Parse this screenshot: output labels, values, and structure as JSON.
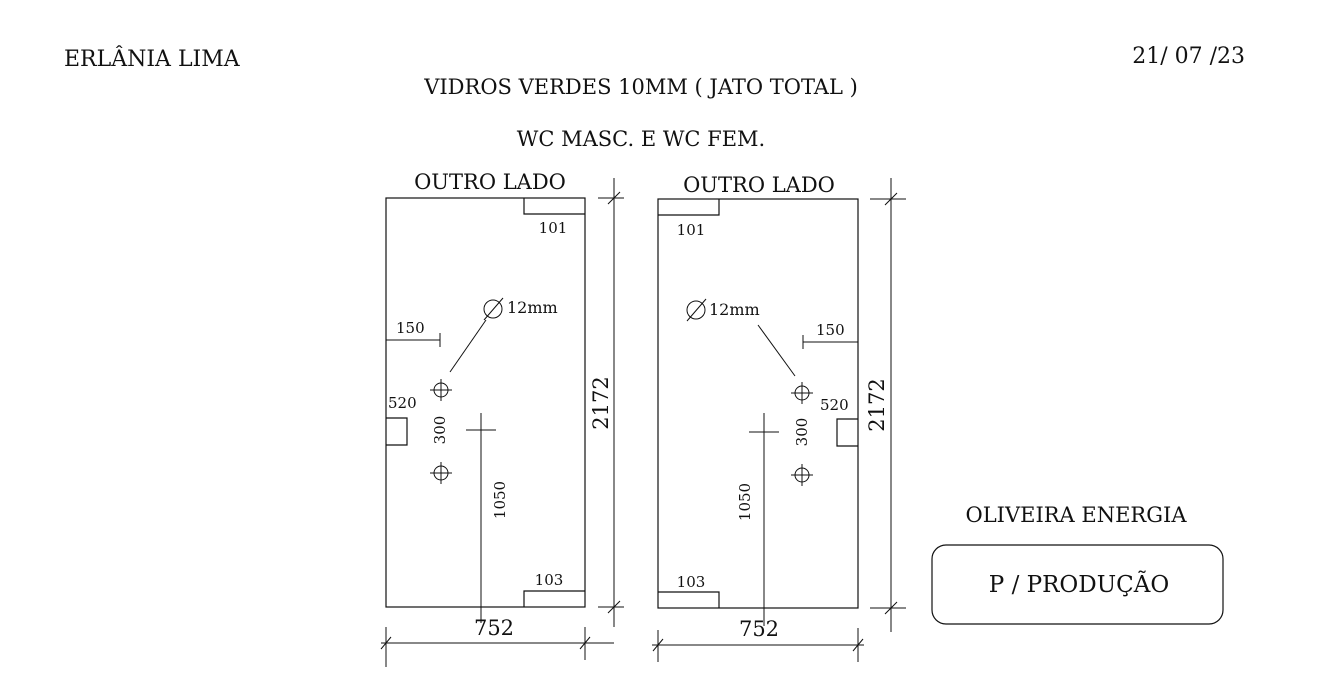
{
  "header": {
    "client": "ERLÂNIA LIMA",
    "date": "21/ 07 /23",
    "title_line1": "VIDROS VERDES 10MM  ( JATO TOTAL )",
    "title_line2": "WC MASC. E WC  FEM."
  },
  "panel_left": {
    "outro_lado": "OUTRO LADO",
    "top_notch": "101",
    "bottom_notch": "103",
    "hole_diameter": "12mm",
    "hole_offset": "150",
    "hole_spacing": "300",
    "lock_cutout": "520",
    "handle_height": "1050",
    "height": "2172",
    "width": "752"
  },
  "panel_right": {
    "outro_lado": "OUTRO LADO",
    "top_notch": "101",
    "bottom_notch": "103",
    "hole_diameter": "12mm",
    "hole_offset": "150",
    "hole_spacing": "300",
    "lock_cutout": "520",
    "handle_height": "1050",
    "height": "2172",
    "width": "752"
  },
  "company": "OLIVEIRA ENERGIA",
  "stamp": "P / PRODUÇÃO"
}
